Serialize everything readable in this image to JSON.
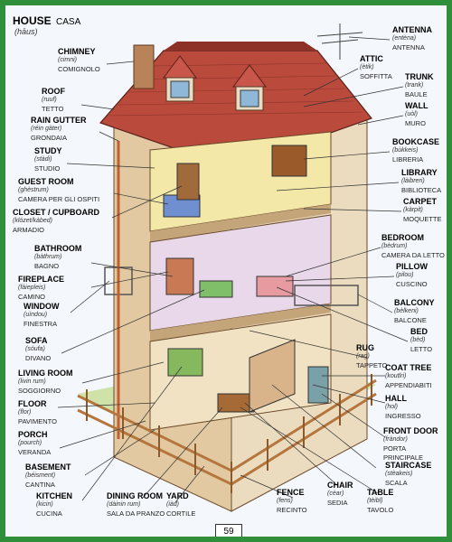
{
  "header": {
    "title": "HOUSE",
    "italian": "CASA",
    "phonetic": "(hāus)"
  },
  "page_number": "59",
  "labels_left": [
    {
      "key": "chimney",
      "en": "CHIMNEY",
      "ph": "(cimni)",
      "it": "COMIGNOLO"
    },
    {
      "key": "roof",
      "en": "ROOF",
      "ph": "(ruuf)",
      "it": "TETTO"
    },
    {
      "key": "rain_gutter",
      "en": "RAIN GUTTER",
      "ph": "(réin gàter)",
      "it": "GRONDAIA"
    },
    {
      "key": "study",
      "en": "STUDY",
      "ph": "(stàdi)",
      "it": "STUDIO"
    },
    {
      "key": "guest_room",
      "en": "GUEST ROOM",
      "ph": "(ghèstrum)",
      "it": "CAMERA PER GLI OSPITI"
    },
    {
      "key": "closet",
      "en": "CLOSET / CUPBOARD",
      "ph": "(klózet/kàbed)",
      "it": "ARMADIO"
    },
    {
      "key": "bathroom",
      "en": "BATHROOM",
      "ph": "(bàthrum)",
      "it": "BAGNO"
    },
    {
      "key": "fireplace",
      "en": "FIREPLACE",
      "ph": "(fàiepleis)",
      "it": "CAMINO"
    },
    {
      "key": "window",
      "en": "WINDOW",
      "ph": "(uìndou)",
      "it": "FINESTRA"
    },
    {
      "key": "sofa",
      "en": "SOFA",
      "ph": "(sóufa)",
      "it": "DIVANO"
    },
    {
      "key": "living_room",
      "en": "LIVING ROOM",
      "ph": "(livin rum)",
      "it": "SOGGIORNO"
    },
    {
      "key": "floor",
      "en": "FLOOR",
      "ph": "(flor)",
      "it": "PAVIMENTO"
    },
    {
      "key": "porch",
      "en": "PORCH",
      "ph": "(pourch)",
      "it": "VERANDA"
    },
    {
      "key": "basement",
      "en": "BASEMENT",
      "ph": "(béisment)",
      "it": "CANTINA"
    },
    {
      "key": "kitchen",
      "en": "KITCHEN",
      "ph": "(kicin)",
      "it": "CUCINA"
    }
  ],
  "labels_right": [
    {
      "key": "antenna",
      "en": "ANTENNA",
      "ph": "(entèna)",
      "it": "ANTENNA"
    },
    {
      "key": "attic",
      "en": "ATTIC",
      "ph": "(ètik)",
      "it": "SOFFITTA"
    },
    {
      "key": "trunk",
      "en": "TRUNK",
      "ph": "(trank)",
      "it": "BAULE"
    },
    {
      "key": "wall",
      "en": "WALL",
      "ph": "(uòl)",
      "it": "MURO"
    },
    {
      "key": "bookcase",
      "en": "BOOKCASE",
      "ph": "(bùkkeis)",
      "it": "LIBRERIA"
    },
    {
      "key": "library",
      "en": "LIBRARY",
      "ph": "(làibreri)",
      "it": "BIBLIOTECA"
    },
    {
      "key": "carpet",
      "en": "CARPET",
      "ph": "(kàrpit)",
      "it": "MOQUETTE"
    },
    {
      "key": "bedroom",
      "en": "BEDROOM",
      "ph": "(bèdrum)",
      "it": "CAMERA DA LETTO"
    },
    {
      "key": "pillow",
      "en": "PILLOW",
      "ph": "(pilou)",
      "it": "CUSCINO"
    },
    {
      "key": "balcony",
      "en": "BALCONY",
      "ph": "(bèlkeni)",
      "it": "BALCONE"
    },
    {
      "key": "bed",
      "en": "BED",
      "ph": "(bèd)",
      "it": "LETTO"
    },
    {
      "key": "rug",
      "en": "RUG",
      "ph": "(rag)",
      "it": "TAPPETO"
    },
    {
      "key": "coat_tree",
      "en": "COAT TREE",
      "ph": "(koutlri)",
      "it": "APPENDIABITI"
    },
    {
      "key": "hall",
      "en": "HALL",
      "ph": "(hol)",
      "it": "INGRESSO"
    },
    {
      "key": "front_door",
      "en": "FRONT DOOR",
      "ph": "(fràndor)",
      "it": "PORTA PRINCIPALE"
    },
    {
      "key": "staircase",
      "en": "STAIRCASE",
      "ph": "(stèakeis)",
      "it": "SCALA"
    }
  ],
  "labels_bottom": [
    {
      "key": "dining_room",
      "en": "DINING ROOM",
      "ph": "(dàinin rum)",
      "it": "SALA DA PRANZO"
    },
    {
      "key": "yard",
      "en": "YARD",
      "ph": "(iàd)",
      "it": "CORTILE"
    },
    {
      "key": "fence",
      "en": "FENCE",
      "ph": "(fens)",
      "it": "RECINTO"
    },
    {
      "key": "chair",
      "en": "CHAIR",
      "ph": "(cèar)",
      "it": "SEDIA"
    },
    {
      "key": "table",
      "en": "TABLE",
      "ph": "(tèibl)",
      "it": "TAVOLO"
    }
  ],
  "colors": {
    "border": "#2f8f3a",
    "roof": "#b94a3c",
    "wall": "#e9d6b8",
    "fence": "#b5763e",
    "grass": "#8fc46a"
  }
}
